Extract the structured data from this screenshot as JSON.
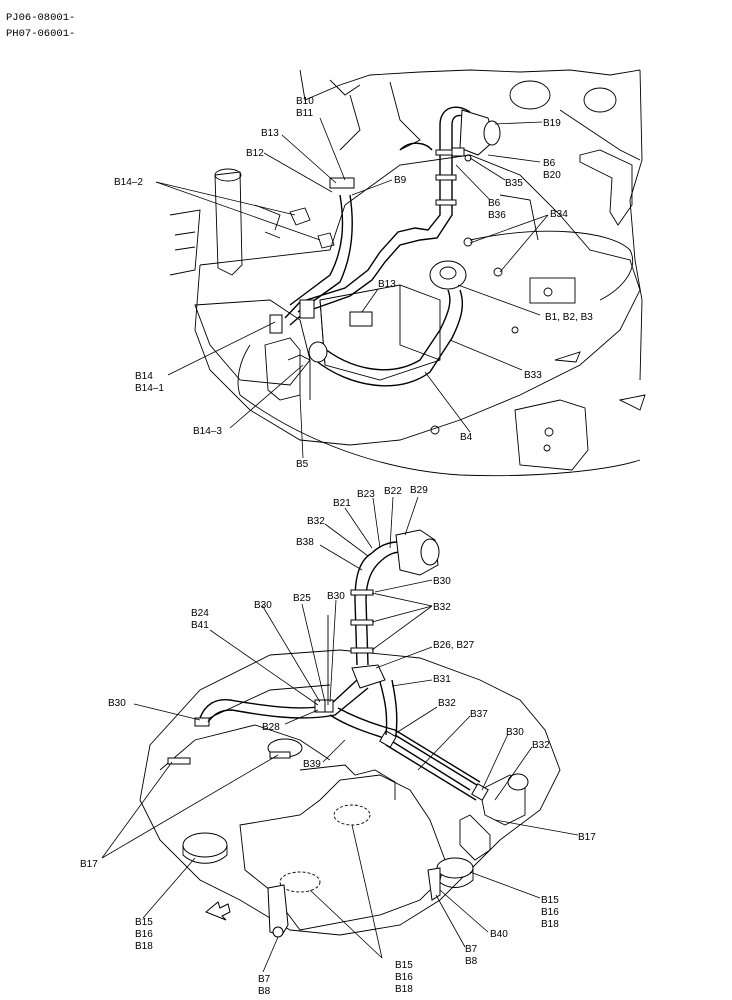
{
  "header": {
    "line1": "PJ06-08001-",
    "line2": "PH07-06001-"
  },
  "top_view": {
    "labels": {
      "b10": "B10",
      "b11": "B11",
      "b19": "B19",
      "b13a": "B13",
      "b12": "B12",
      "b6a": "B6",
      "b20": "B20",
      "b9": "B9",
      "b35": "B35",
      "b14_2": "B14–2",
      "b6b": "B6",
      "b36": "B36",
      "b34": "B34",
      "b13b": "B13",
      "b1b2b3": "B1, B2, B3",
      "b14": "B14",
      "b14_1": "B14–1",
      "b33": "B33",
      "b14_3": "B14–3",
      "b4": "B4",
      "b5": "B5"
    }
  },
  "bottom_view": {
    "labels": {
      "b21": "B21",
      "b23": "B23",
      "b22": "B22",
      "b29": "B29",
      "b32a": "B32",
      "b38": "B38",
      "b30a": "B30",
      "b24": "B24",
      "b41": "B41",
      "b30b": "B30",
      "b25": "B25",
      "b30c": "B30",
      "b32b": "B32",
      "b26b27": "B26, B27",
      "b31": "B31",
      "b30d": "B30",
      "b32c": "B32",
      "b28": "B28",
      "b37": "B37",
      "b30e": "B30",
      "b32d": "B32",
      "b39": "B39",
      "b17a": "B17",
      "b17b": "B17",
      "b15a": "B15",
      "b16a": "B16",
      "b18a": "B18",
      "b15b": "B15",
      "b16b": "B16",
      "b18b": "B18",
      "b40": "B40",
      "b7a": "B7",
      "b8a": "B8",
      "b7b": "B7",
      "b8b": "B8",
      "b15c": "B15",
      "b16c": "B16",
      "b18c": "B18"
    }
  }
}
